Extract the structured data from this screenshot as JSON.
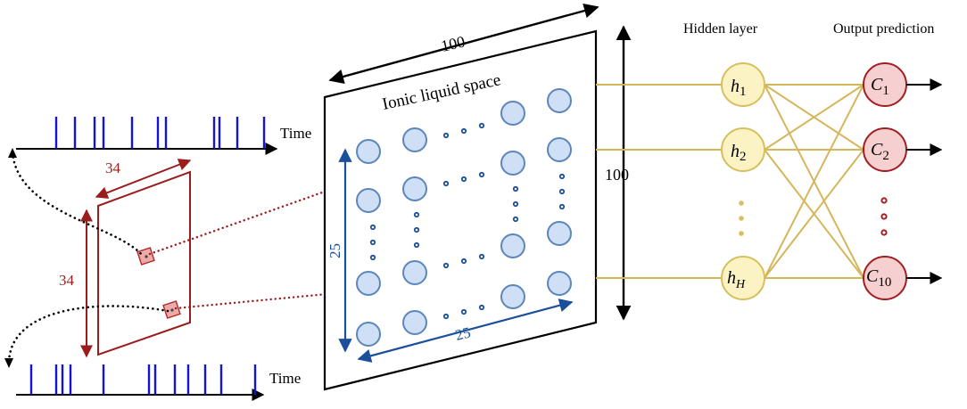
{
  "time_label_top": "Time",
  "time_label_bottom": "Time",
  "input_frame": {
    "width_label": "34",
    "height_label": "34"
  },
  "ionic_panel": {
    "title": "Ionic liquid space",
    "width_label": "100",
    "height_label": "100",
    "grid_label_vertical": "25",
    "grid_label_horizontal": "25"
  },
  "network": {
    "hidden_header": "Hidden layer",
    "output_header": "Output prediction",
    "hidden_nodes": [
      {
        "base": "h",
        "sub": "1"
      },
      {
        "base": "h",
        "sub": "2"
      },
      {
        "base": "h",
        "sub": "H"
      }
    ],
    "output_nodes": [
      {
        "base": "C",
        "sub": "1"
      },
      {
        "base": "C",
        "sub": "2"
      },
      {
        "base": "C",
        "sub": "10"
      }
    ]
  },
  "colors": {
    "spike_blue": "#1414d2",
    "dark_red": "#9b1c1c",
    "arrow_blue": "#1b4f9c",
    "gold_line": "#d6b65a",
    "hidden_fill": "#fbf3c4",
    "hidden_stroke": "#d8bf5e",
    "output_fill": "#f6cfd0",
    "output_stroke": "#a11e22",
    "circle_fill": "#cfe0f6",
    "circle_stroke": "#5d86bb"
  }
}
